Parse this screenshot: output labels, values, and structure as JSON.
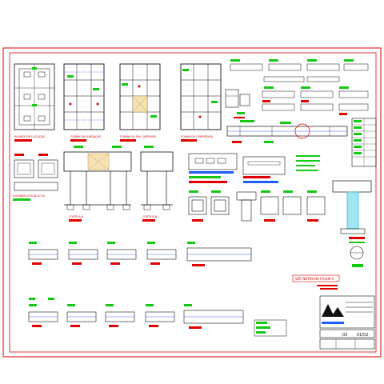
{
  "colors": {
    "border_red": "#e00000",
    "line_black": "#111111",
    "line_blue": "#1a3cff",
    "fill_green": "#14c814",
    "fill_red": "#e00000",
    "fill_blue": "#1d5cff",
    "fill_yellow": "#ffe000",
    "hatch_orange": "#c98a3a",
    "accent_cyan": "#18a8c8"
  },
  "labels": {
    "plan_locacao": "PLANTA DE LOCAÇÃO",
    "forma_fundacao": "FORMA DA FUNDAÇÃO",
    "forma_pav_superior": "FORMA DO PAV. SUPERIOR",
    "forma_cobertura": "FORMA DA COBERTURA",
    "legenda_blocos": "LEGENDA DOS BLOCOS",
    "corte_a": "CORTE A-A",
    "corte_b": "CORTE B-B",
    "ver_notas": "VER NOTAS NA FOLHA 2",
    "sheet_number": "03",
    "sheet_total": "01/02"
  }
}
